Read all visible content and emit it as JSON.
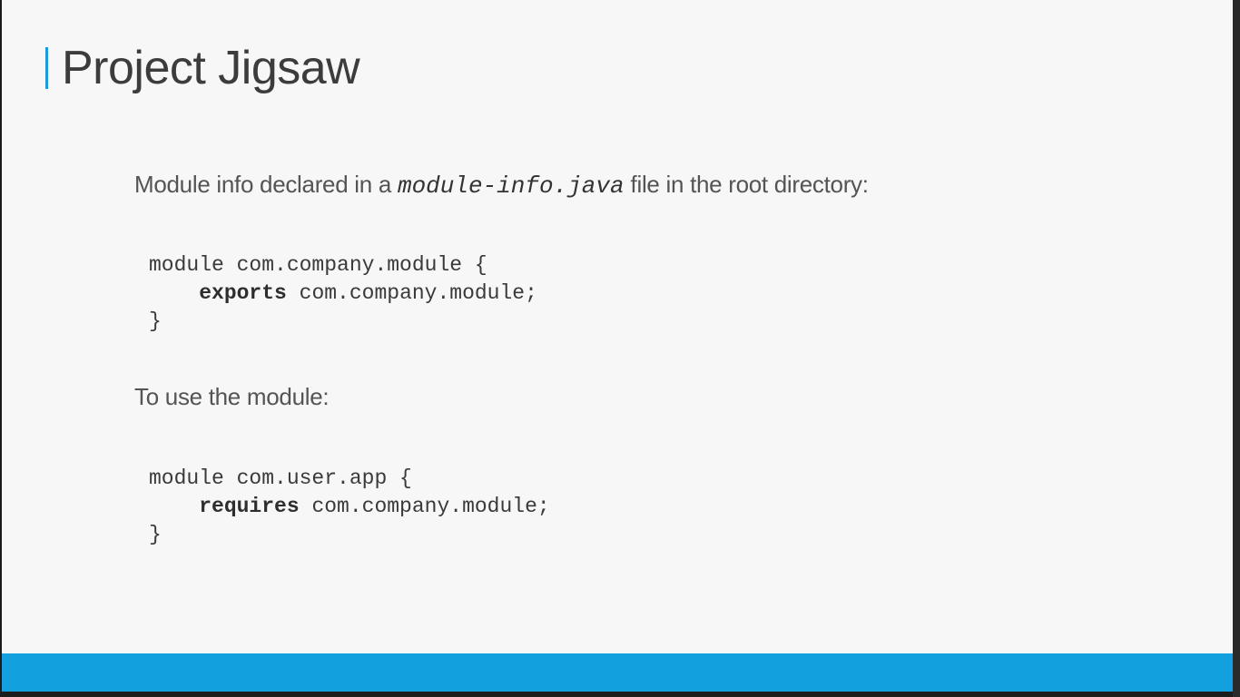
{
  "slide": {
    "title": "Project Jigsaw",
    "intro": {
      "before": "Module info declared in a",
      "filename": "module-info.java",
      "after": "file in the root directory:"
    },
    "code_block_1": {
      "line1": "module com.company.module {",
      "keyword": "exports",
      "line2_rest": " com.company.module;",
      "line3": "}"
    },
    "usage_text": "To use the module:",
    "code_block_2": {
      "line1": "module com.user.app {",
      "keyword": "requires",
      "line2_rest": " com.company.module;",
      "line3": "}"
    }
  },
  "colors": {
    "accent": "#1a9ad6",
    "bottom_bar": "#12a0df",
    "background": "#f7f7f7",
    "title_text": "#3c3c3c",
    "body_text": "#545454"
  }
}
